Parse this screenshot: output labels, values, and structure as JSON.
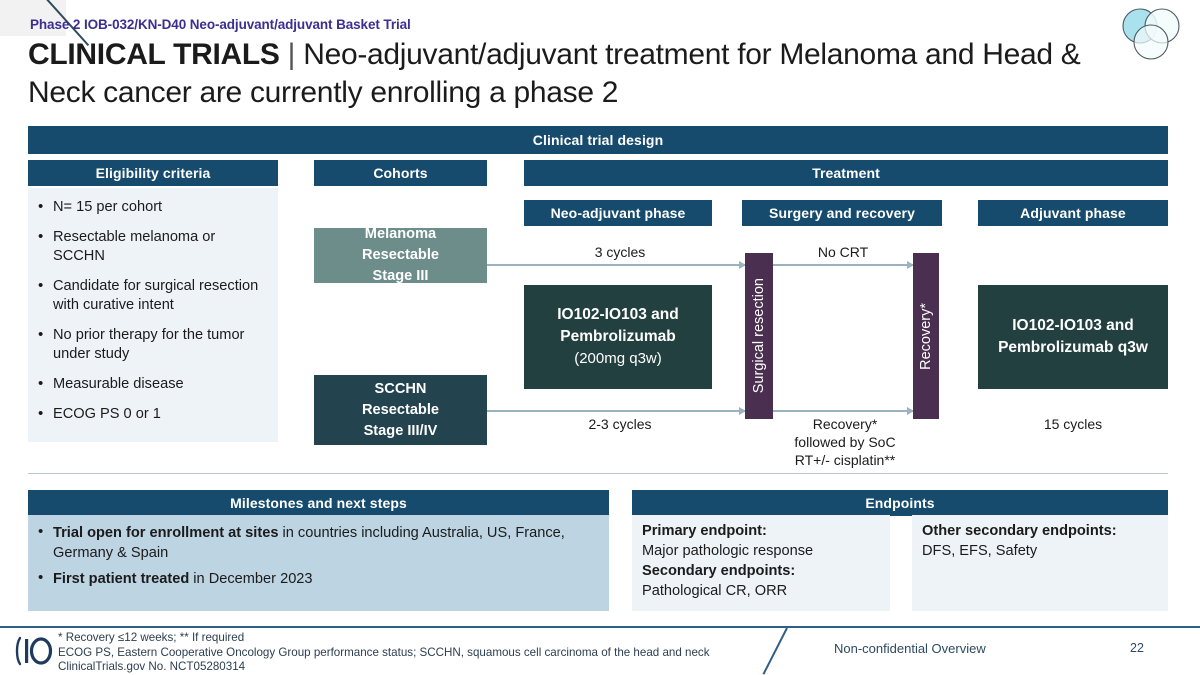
{
  "header": {
    "kicker": "Phase 2  IOB-032/KN-D40 Neo-adjuvant/adjuvant Basket Trial",
    "title_bold": "CLINICAL TRIALS",
    "title_sep": "|",
    "title_rest": "Neo-adjuvant/adjuvant treatment for Melanoma and Head & Neck cancer are currently enrolling a phase 2",
    "logo_name": "three-circles-logo"
  },
  "design": {
    "banner": "Clinical trial design",
    "columns": {
      "eligibility": "Eligibility criteria",
      "cohorts": "Cohorts",
      "treatment": "Treatment"
    },
    "eligibility_items": [
      "N= 15 per cohort",
      "Resectable melanoma or SCCHN",
      "Candidate for surgical resection with curative intent",
      "No prior therapy for the tumor under study",
      "Measurable disease",
      "ECOG PS 0 or 1"
    ],
    "cohorts": [
      {
        "label": "Melanoma\nResectable\nStage III",
        "color": "#6d8d8b"
      },
      {
        "label": "SCCHN\nResectable\nStage III/IV",
        "color": "#23434f"
      }
    ],
    "treatment_phases": {
      "neoadjuvant": "Neo-adjuvant phase",
      "surgery": "Surgery and recovery",
      "adjuvant": "Adjuvant phase"
    },
    "neo_box": {
      "line1": "IO102-IO103 and",
      "line2": "Pembrolizumab",
      "line3": "(200mg q3w)"
    },
    "adjuvant_box": {
      "line1": "IO102-IO103 and",
      "line2": "Pembrolizumab q3w"
    },
    "vertical_bars": {
      "surgery": "Surgical resection",
      "recovery": "Recovery*"
    },
    "arrow_labels": {
      "melanoma_cycles": "3 cycles",
      "scchn_cycles": "2-3 cycles",
      "no_crt": "No CRT",
      "soc": "Recovery*\nfollowed by SoC\nRT+/- cisplatin**",
      "adjuvant_cycles": "15 cycles"
    }
  },
  "milestones": {
    "title": "Milestones and next steps",
    "items": [
      {
        "bold": "Trial open for enrollment at sites",
        "rest": " in countries including Australia, US, France, Germany & Spain"
      },
      {
        "bold": "First patient treated",
        "rest": " in December 2023"
      }
    ]
  },
  "endpoints": {
    "title": "Endpoints",
    "col1": {
      "primary_label": "Primary endpoint:",
      "primary_value": "Major pathologic response",
      "secondary_label": "Secondary endpoints:",
      "secondary_value": "Pathological CR, ORR"
    },
    "col2": {
      "other_label": "Other secondary endpoints:",
      "other_value": "DFS, EFS, Safety"
    }
  },
  "footer": {
    "note1": "*  Recovery ≤12 weeks; **  If required",
    "note2": "ECOG PS, Eastern Cooperative Oncology Group performance status; SCCHN, squamous cell carcinoma of the head and neck",
    "note3": "ClinicalTrials.gov No. NCT05280314",
    "center": "Non-confidential Overview",
    "page": "22",
    "logo_name": "io-wordmark-logo"
  },
  "colors": {
    "navy": "#164b6e",
    "dark_teal": "#22403f",
    "purple": "#4b2f50",
    "gray_teal": "#6d8d8b",
    "light_blue_panel": "#bdd4e3",
    "pale_panel": "#eef3f7",
    "kicker_purple": "#3b2f8f"
  }
}
